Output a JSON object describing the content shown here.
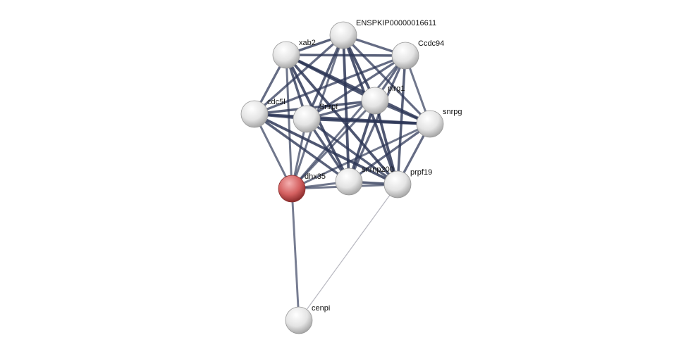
{
  "network": {
    "nodes": [
      {
        "id": "ens",
        "label": "ENSPKIP00000016611",
        "query": false
      },
      {
        "id": "xab2",
        "label": "xab2",
        "query": false
      },
      {
        "id": "ccdc94",
        "label": "Ccdc94",
        "query": false
      },
      {
        "id": "plrg1",
        "label": "plrg1",
        "query": false
      },
      {
        "id": "cdc5l",
        "label": "cdc5l",
        "query": false
      },
      {
        "id": "snrpf",
        "label": "Snrpf",
        "query": false
      },
      {
        "id": "snrpg",
        "label": "snrpg",
        "query": false
      },
      {
        "id": "dhx35",
        "label": "dhx35",
        "query": true
      },
      {
        "id": "snrnp200",
        "label": "snrnp200",
        "query": false
      },
      {
        "id": "prpf19",
        "label": "prpf19",
        "query": false
      },
      {
        "id": "cenpi",
        "label": "cenpi",
        "query": false
      }
    ],
    "edges": [
      [
        "ens",
        "xab2",
        0.8
      ],
      [
        "ens",
        "ccdc94",
        0.7
      ],
      [
        "ens",
        "plrg1",
        0.9
      ],
      [
        "ens",
        "cdc5l",
        0.7
      ],
      [
        "ens",
        "snrpf",
        0.8
      ],
      [
        "ens",
        "snrpg",
        0.7
      ],
      [
        "ens",
        "dhx35",
        0.6
      ],
      [
        "ens",
        "snrnp200",
        0.9
      ],
      [
        "ens",
        "prpf19",
        0.9
      ],
      [
        "xab2",
        "ccdc94",
        0.8
      ],
      [
        "xab2",
        "plrg1",
        0.9
      ],
      [
        "xab2",
        "cdc5l",
        0.7
      ],
      [
        "xab2",
        "snrpf",
        0.8
      ],
      [
        "xab2",
        "snrpg",
        0.9
      ],
      [
        "xab2",
        "dhx35",
        0.6
      ],
      [
        "xab2",
        "snrnp200",
        0.9
      ],
      [
        "xab2",
        "prpf19",
        0.9
      ],
      [
        "ccdc94",
        "plrg1",
        0.7
      ],
      [
        "ccdc94",
        "cdc5l",
        0.7
      ],
      [
        "ccdc94",
        "snrpf",
        0.7
      ],
      [
        "ccdc94",
        "snrpg",
        0.6
      ],
      [
        "ccdc94",
        "dhx35",
        0.6
      ],
      [
        "ccdc94",
        "snrnp200",
        0.7
      ],
      [
        "ccdc94",
        "prpf19",
        0.8
      ],
      [
        "plrg1",
        "cdc5l",
        0.8
      ],
      [
        "plrg1",
        "snrpf",
        0.7
      ],
      [
        "plrg1",
        "snrpg",
        0.8
      ],
      [
        "plrg1",
        "dhx35",
        0.6
      ],
      [
        "plrg1",
        "snrnp200",
        0.9
      ],
      [
        "plrg1",
        "prpf19",
        0.9
      ],
      [
        "cdc5l",
        "snrpf",
        0.8
      ],
      [
        "cdc5l",
        "snrpg",
        0.9
      ],
      [
        "cdc5l",
        "dhx35",
        0.6
      ],
      [
        "cdc5l",
        "snrnp200",
        0.8
      ],
      [
        "cdc5l",
        "prpf19",
        0.9
      ],
      [
        "snrpf",
        "snrpg",
        0.95
      ],
      [
        "snrpf",
        "dhx35",
        0.6
      ],
      [
        "snrpf",
        "snrnp200",
        0.8
      ],
      [
        "snrpf",
        "prpf19",
        0.8
      ],
      [
        "snrpg",
        "dhx35",
        0.6
      ],
      [
        "snrpg",
        "snrnp200",
        0.7
      ],
      [
        "snrpg",
        "prpf19",
        0.7
      ],
      [
        "dhx35",
        "snrnp200",
        0.6
      ],
      [
        "dhx35",
        "prpf19",
        0.6
      ],
      [
        "snrnp200",
        "prpf19",
        0.8
      ],
      [
        "cenpi",
        "dhx35",
        0.55
      ],
      [
        "cenpi",
        "prpf19",
        0.1
      ]
    ],
    "colors": {
      "edge_strong": "#2c3656",
      "edge_weak": "#b8b8c0",
      "node": "#e8e8e8",
      "query_node": "#d56a6a"
    }
  }
}
